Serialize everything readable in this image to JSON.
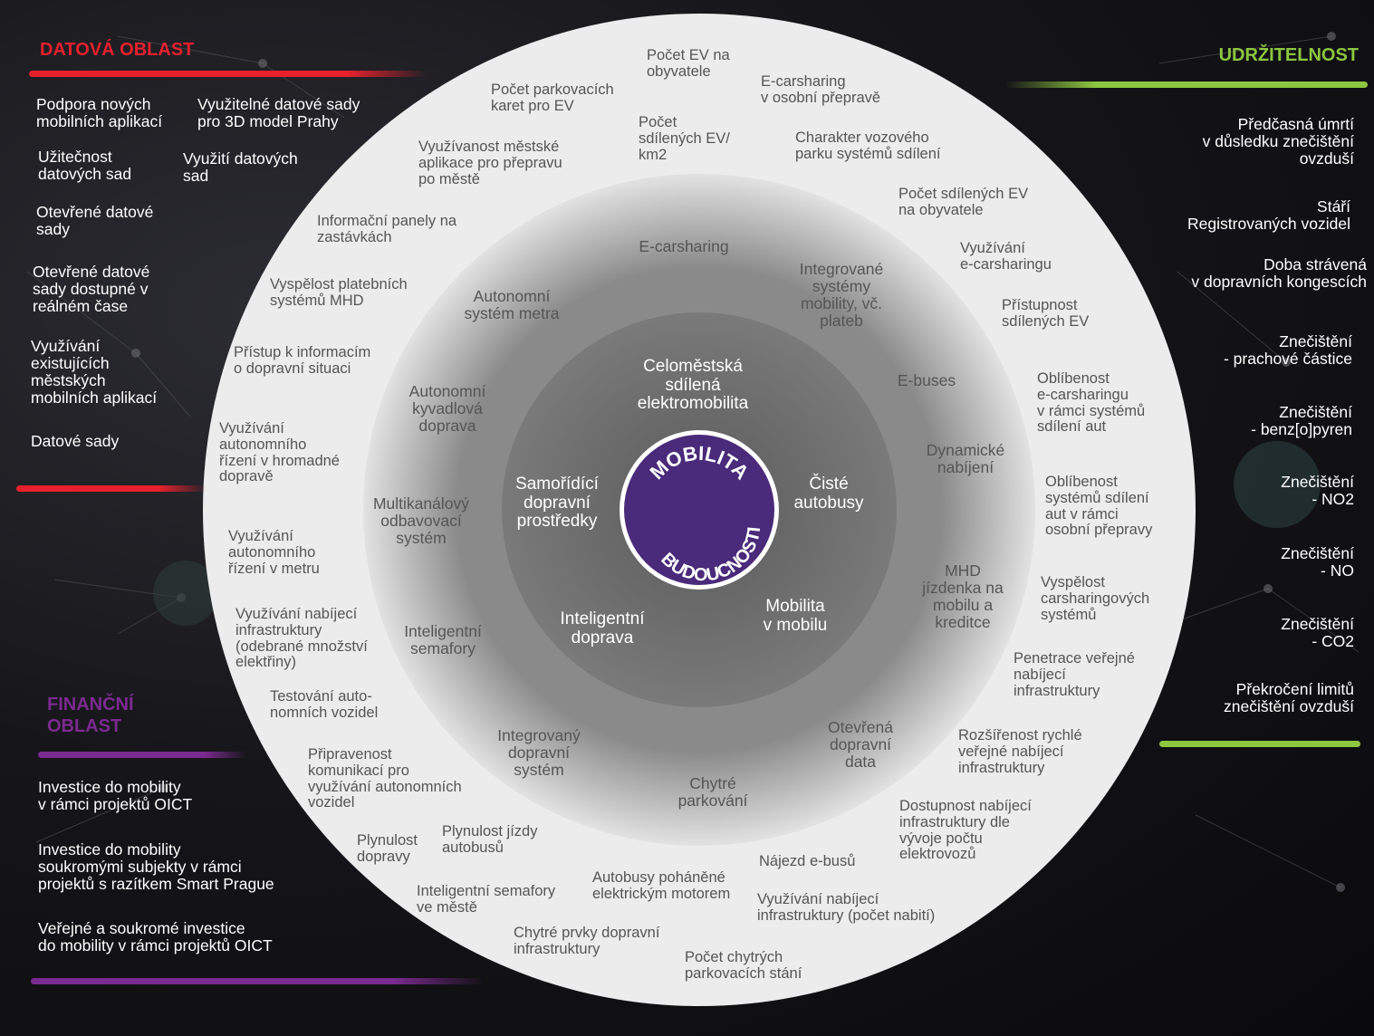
{
  "colors": {
    "data_area": "#e8202e",
    "sustainability": "#8dc63f",
    "finance": "#7b2a90",
    "core": "#4a2a7a",
    "ring_outer": "#ececec",
    "ring_middle": "#a9a9a9",
    "ring_inner": "#6b6b6b"
  },
  "center": {
    "line1": "MOBILITA",
    "line2": "BUDOUCNOSTI"
  },
  "headings": {
    "data_area": "DATOVÁ OBLAST",
    "sustainability": "UDRŽITELNOST",
    "finance": "FINANČNÍ\nOBLAST"
  },
  "data_area_items": [
    "Podpora nových\nmobilních aplikací",
    "Využitelné datové sady\npro 3D model Prahy",
    "Užitečnost\ndatových sad",
    "Využití datových\nsad",
    "Otevřené datové\nsady",
    "Otevřené datové\nsady dostupné v\nreálném čase",
    "Využívání\nexistujících\nměstských\nmobilních aplikací",
    "Datové sady"
  ],
  "finance_items": [
    "Investice do mobility\nv rámci projektů OICT",
    "Investice do mobility\nsoukromými subjekty v rámci\nprojektů s razítkem Smart Prague",
    "Veřejné a soukromé investice\ndo mobility v rámci projektů OICT"
  ],
  "sustainability_items": [
    "Předčasná úmrtí\nv důsledku znečištění\novzduší",
    "Stáří\nRegistrovaných vozidel",
    "Doba strávená\nv dopravních kongescích",
    "Znečištění\n- prachové částice",
    "Znečištění\n- benz[o]pyren",
    "Znečištění\n- NO2",
    "Znečištění\n- NO",
    "Znečištění\n- CO2",
    "Překročení limitů\nznečištění ovzduší"
  ],
  "inner_ring": [
    "Celoměstská\nsdílená\nelektromobilita",
    "Samořídící\ndopravní\nprostředky",
    "Čisté\nautobusy",
    "Inteligentní\ndoprava",
    "Mobilita\nv mobilu"
  ],
  "middle_ring": [
    "E-carsharing",
    "Autonomní\nsystém metra",
    "Integrované\nsystémy\nmobility, vč.\nplateb",
    "E-buses",
    "Autonomní\nkyvadlová\ndoprava",
    "Dynamické\nnabíjení",
    "Multikanálový\nodbavovací\nsystém",
    "MHD\njízdenka na\nmobilu a\nkreditce",
    "Inteligentní\nsemafory",
    "Integrovaný\ndopravní\nsystém",
    "Otevřená\ndopravní\ndata",
    "Chytré\nparkování"
  ],
  "outer_ring": [
    "Počet EV na\nobyvatele",
    "Počet parkovacích\nkaret pro EV",
    "E-carsharing\nv osobní přepravě",
    "Počet\nsdílených EV/\nkm2",
    "Využívanost městské\naplikace pro přepravu\npo městě",
    "Charakter vozového\nparku systémů sdílení",
    "Počet sdílených EV\nna obyvatele",
    "Informační panely na\nzastávkách",
    "Využívání\ne-carsharingu",
    "Vyspělost platebních\nsystémů MHD",
    "Přístupnost\nsdílených EV",
    "Přístup k informacím\no dopravní situaci",
    "Oblíbenost\ne-carsharingu\nv rámci systémů\nsdílení aut",
    "Využívání\nautonomního\nřízení v hromadné\ndopravě",
    "Oblíbenost\nsystémů sdílení\naut v rámci\nosobní přepravy",
    "Využívání\nautonomního\nřízení v metru",
    "Vyspělost\ncarsharingových\nsystémů",
    "Využívání nabíjecí\ninfrastruktury\n(odebrané množství\nelektřiny)",
    "Penetrace veřejné\nnabíjecí\ninfrastruktury",
    "Testování auto-\nnomních vozidel",
    "Rozšířenost rychlé\nveřejné nabíjecí\ninfrastruktury",
    "Připravenost\nkomunikací pro\nvyužívání autonomních\nvozidel",
    "Dostupnost nabíjecí\ninfrastruktury dle\nvývoje počtu\nelektrovozů",
    "Plynulost\ndopravy",
    "Plynulost jízdy\nautobusů",
    "Nájezd e-busů",
    "Inteligentní semafory\nve městě",
    "Autobusy poháněné\nelektrickým motorem",
    "Využívání nabíjecí\ninfrastruktury (počet nabití)",
    "Chytré prvky dopravní\ninfrastruktury",
    "Počet chytrých\nparkovacích stání"
  ]
}
